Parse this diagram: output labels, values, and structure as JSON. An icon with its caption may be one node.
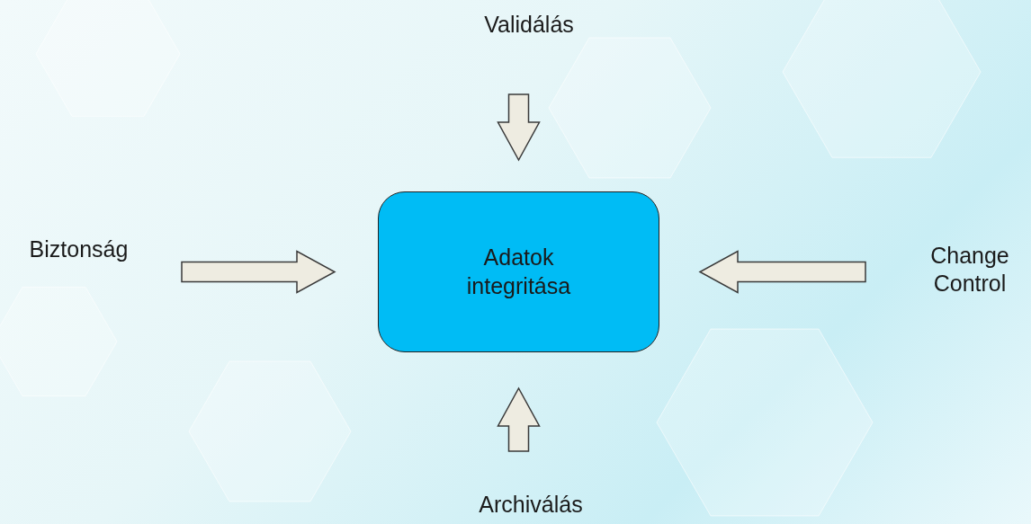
{
  "diagram": {
    "nodes": [
      {
        "text": [
          "Adatok integritása"
        ]
      },
      {
        "text": [
          "Validálás"
        ]
      },
      {
        "text": [
          "Biztonság"
        ]
      },
      {
        "text": [
          "Change Control"
        ]
      },
      {
        "text": [
          "Archiválás"
        ]
      }
    ],
    "edges": [
      {
        "from": 1,
        "to": 0,
        "arrow": "to"
      },
      {
        "from": 2,
        "to": 0,
        "arrow": "to"
      },
      {
        "from": 3,
        "to": 0,
        "arrow": "to"
      },
      {
        "from": 4,
        "to": 0,
        "arrow": "to"
      }
    ]
  }
}
